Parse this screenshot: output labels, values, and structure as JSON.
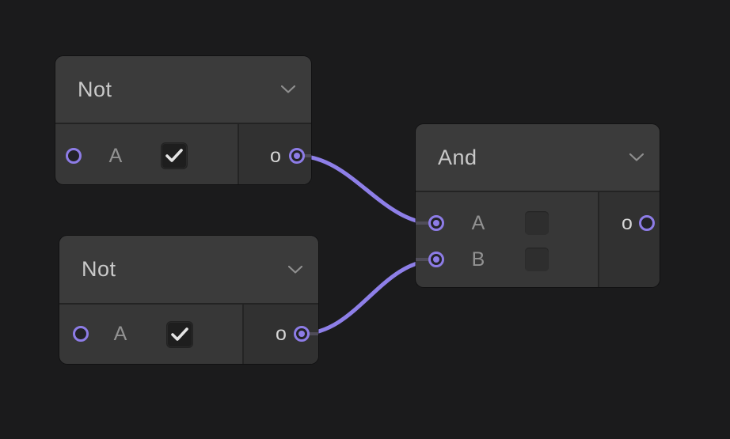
{
  "canvas": {
    "background": "#1b1b1c",
    "accent_purple": "#8d7ce6",
    "wire_color": "#8e7fe8"
  },
  "nodes": [
    {
      "title": "Not",
      "collapse_icon": "chevron-down",
      "inputs": [
        {
          "label": "A",
          "port_connected": false,
          "checkbox_checked": true
        }
      ],
      "output": {
        "label": "o",
        "port_connected": true
      }
    },
    {
      "title": "Not",
      "collapse_icon": "chevron-down",
      "inputs": [
        {
          "label": "A",
          "port_connected": false,
          "checkbox_checked": true
        }
      ],
      "output": {
        "label": "o",
        "port_connected": true
      }
    },
    {
      "title": "And",
      "collapse_icon": "chevron-down",
      "inputs": [
        {
          "label": "A",
          "port_connected": true,
          "checkbox_checked": false
        },
        {
          "label": "B",
          "port_connected": true,
          "checkbox_checked": false
        }
      ],
      "output": {
        "label": "o",
        "port_connected": false
      }
    }
  ],
  "connections": [
    {
      "from": "Not#1 output o",
      "to": "And input A"
    },
    {
      "from": "Not#2 output o",
      "to": "And input B"
    }
  ]
}
